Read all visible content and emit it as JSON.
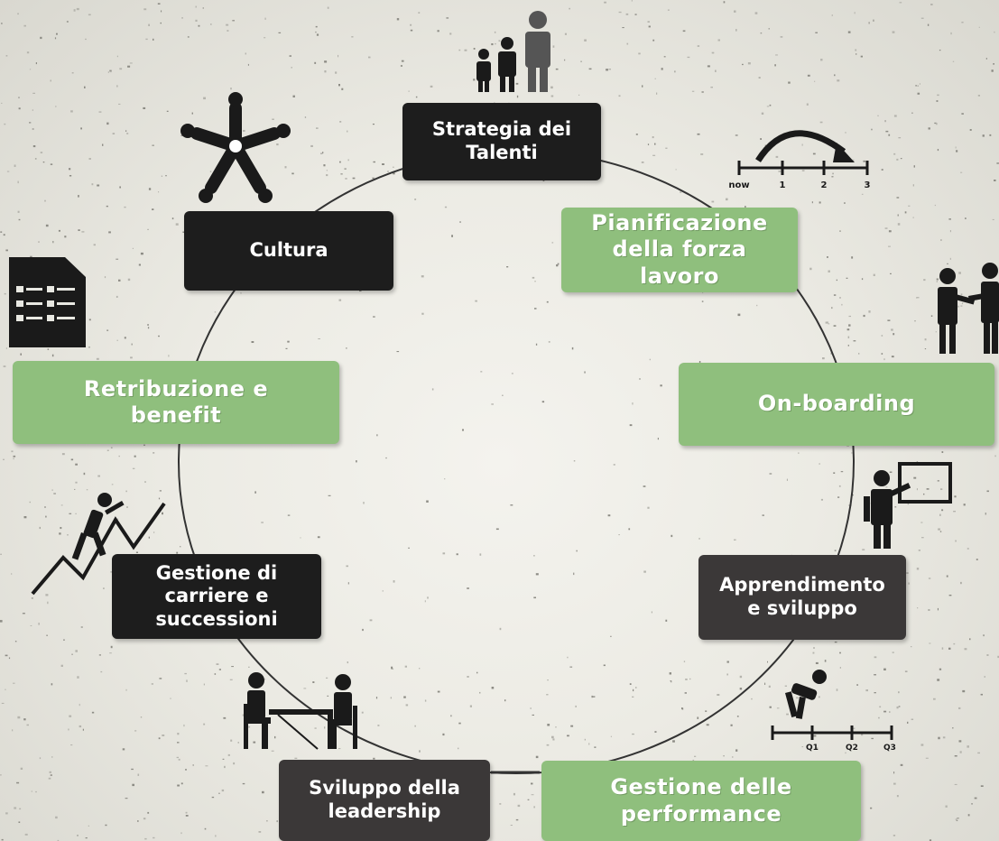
{
  "diagram": {
    "nodes": [
      {
        "id": "strategia",
        "label": "Strategia dei Talenti",
        "style": "dark"
      },
      {
        "id": "pianificazione",
        "label": "Pianificazione della forza lavoro",
        "style": "green"
      },
      {
        "id": "onboarding",
        "label": "On-boarding",
        "style": "green"
      },
      {
        "id": "apprendimento",
        "label": "Apprendimento e sviluppo",
        "style": "dark2"
      },
      {
        "id": "performance",
        "label": "Gestione delle performance",
        "style": "green"
      },
      {
        "id": "leadership",
        "label": "Sviluppo della leadership",
        "style": "dark2"
      },
      {
        "id": "carriere",
        "label": "Gestione di carriere e successioni",
        "style": "dark"
      },
      {
        "id": "retribuzione",
        "label": "Retribuzione e benefit",
        "style": "green"
      },
      {
        "id": "cultura",
        "label": "Cultura",
        "style": "dark"
      }
    ],
    "timeline_labels": [
      "now",
      "1",
      "2",
      "3"
    ],
    "performance_timeline_labels": [
      "Q1",
      "Q2",
      "Q3"
    ],
    "colors": {
      "dark": "#1d1d1d",
      "dark_secondary": "#3b3838",
      "green": "#8fbf7d",
      "icon": "#1a1a1a",
      "ring": "#333333"
    },
    "icons": [
      "group-of-people-icon",
      "people-network-icon",
      "timeline-arrow-icon",
      "handshake-icon",
      "document-list-icon",
      "teacher-board-icon",
      "climbing-person-icon",
      "sprinter-timeline-icon",
      "meeting-desk-icon"
    ]
  }
}
